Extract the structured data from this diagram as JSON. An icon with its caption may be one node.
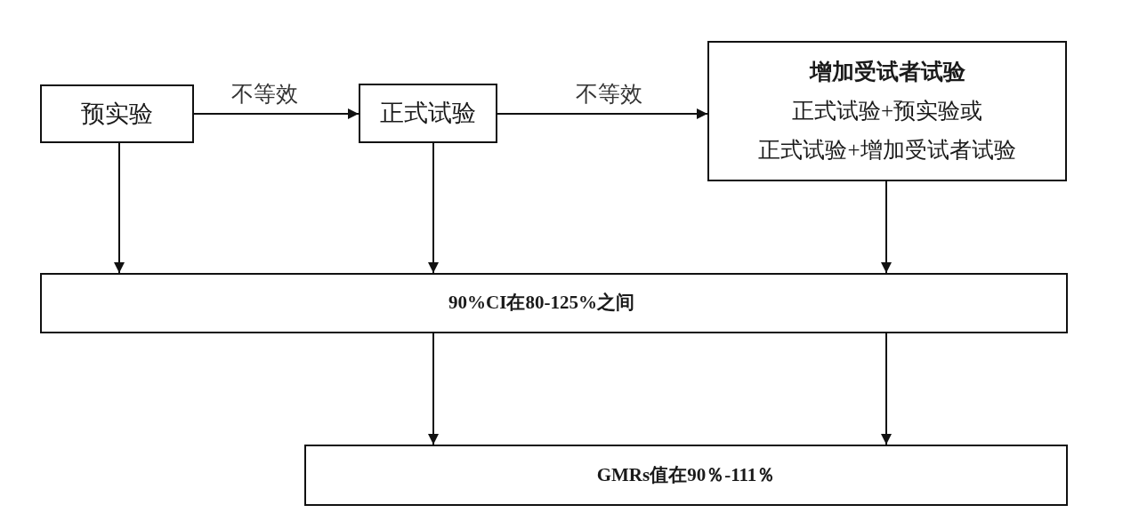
{
  "diagram": {
    "nodes": [
      {
        "text": [
          "预实验"
        ]
      },
      {
        "text": [
          "正式试验"
        ]
      },
      {
        "text": [
          "增加受试者试验",
          "正式试验+预实验或",
          "正式试验+增加受试者试验"
        ]
      },
      {
        "text": [
          "90%CI在80-125%之间"
        ]
      },
      {
        "text": [
          "GMRs值在90％-111％"
        ]
      }
    ],
    "edges": [
      {
        "from": 0,
        "to": 1,
        "arrow": "to",
        "label": "不等效"
      },
      {
        "from": 1,
        "to": 2,
        "arrow": "to",
        "label": "不等效"
      },
      {
        "from": 0,
        "to": 3,
        "arrow": "to"
      },
      {
        "from": 1,
        "to": 3,
        "arrow": "to"
      },
      {
        "from": 2,
        "to": 3,
        "arrow": "to"
      },
      {
        "from": 3,
        "to": 4,
        "arrow": "to"
      },
      {
        "from": 3,
        "to": 4,
        "arrow": "to"
      }
    ]
  }
}
